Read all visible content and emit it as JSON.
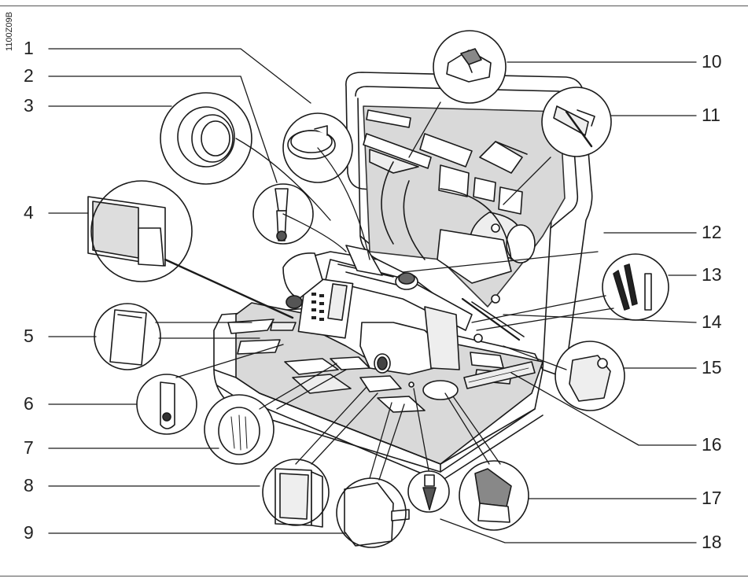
{
  "figure_id": "1100Z09B",
  "callouts": [
    {
      "label": "1"
    },
    {
      "label": "2"
    },
    {
      "label": "3"
    },
    {
      "label": "4"
    },
    {
      "label": "5"
    },
    {
      "label": "6"
    },
    {
      "label": "7"
    },
    {
      "label": "8"
    },
    {
      "label": "9"
    },
    {
      "label": "10"
    },
    {
      "label": "11"
    },
    {
      "label": "12"
    },
    {
      "label": "13"
    },
    {
      "label": "14"
    },
    {
      "label": "15"
    },
    {
      "label": "16"
    },
    {
      "label": "17"
    },
    {
      "label": "18"
    }
  ]
}
